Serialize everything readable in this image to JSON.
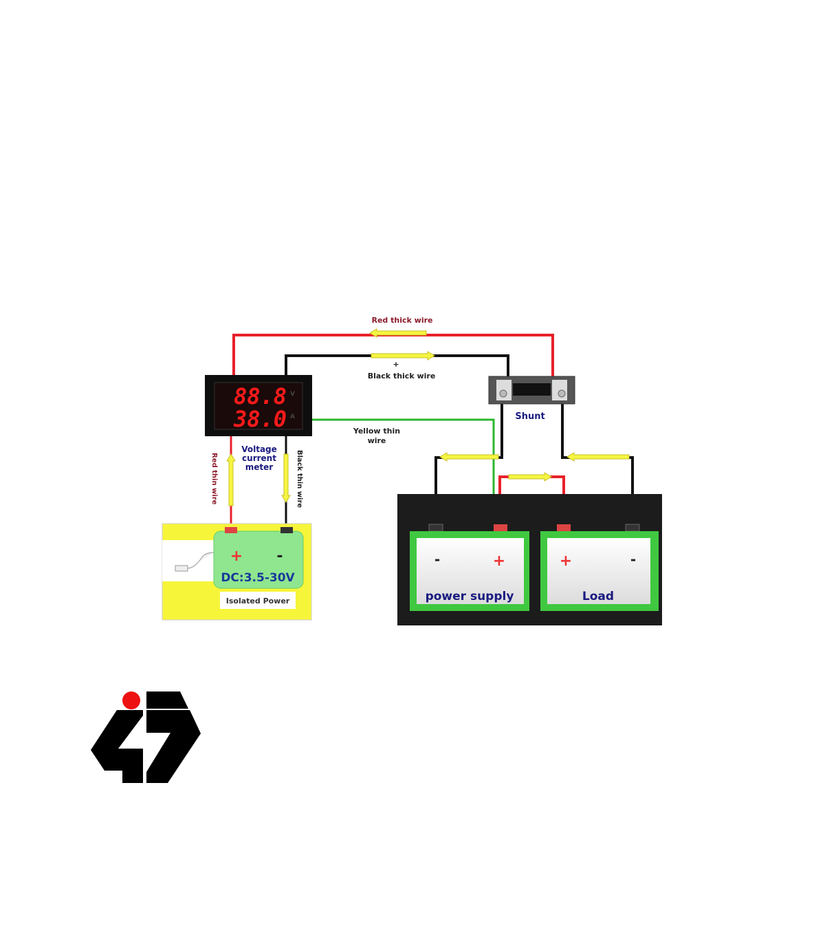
{
  "labels": {
    "red_thick_wire": "Red thick wire",
    "black_thick_wire": "Black thick wire",
    "plus": "+",
    "shunt": "Shunt",
    "yellow_thin_wire_1": "Yellow thin",
    "yellow_thin_wire_2": "wire",
    "meter_1": "Voltage",
    "meter_2": "current",
    "meter_3": "meter",
    "red_thin_wire": "Red thin wire",
    "black_thin_wire": "Black thin wire",
    "dc_range": "DC:3.5-30V",
    "isolated_power": "Isolated Power",
    "power_supply": "power supply",
    "load": "Load",
    "minus": "-"
  },
  "meter": {
    "voltage_display": "88.8",
    "current_display": "38.0",
    "voltage_unit": "V",
    "current_unit": "A"
  },
  "colors": {
    "red_wire": "#e8212a",
    "black_wire": "#111111",
    "green_wire": "#2db52d",
    "arrow": "#f5f542",
    "battery_green": "#40c840",
    "logo_dot": "#ee1111"
  }
}
